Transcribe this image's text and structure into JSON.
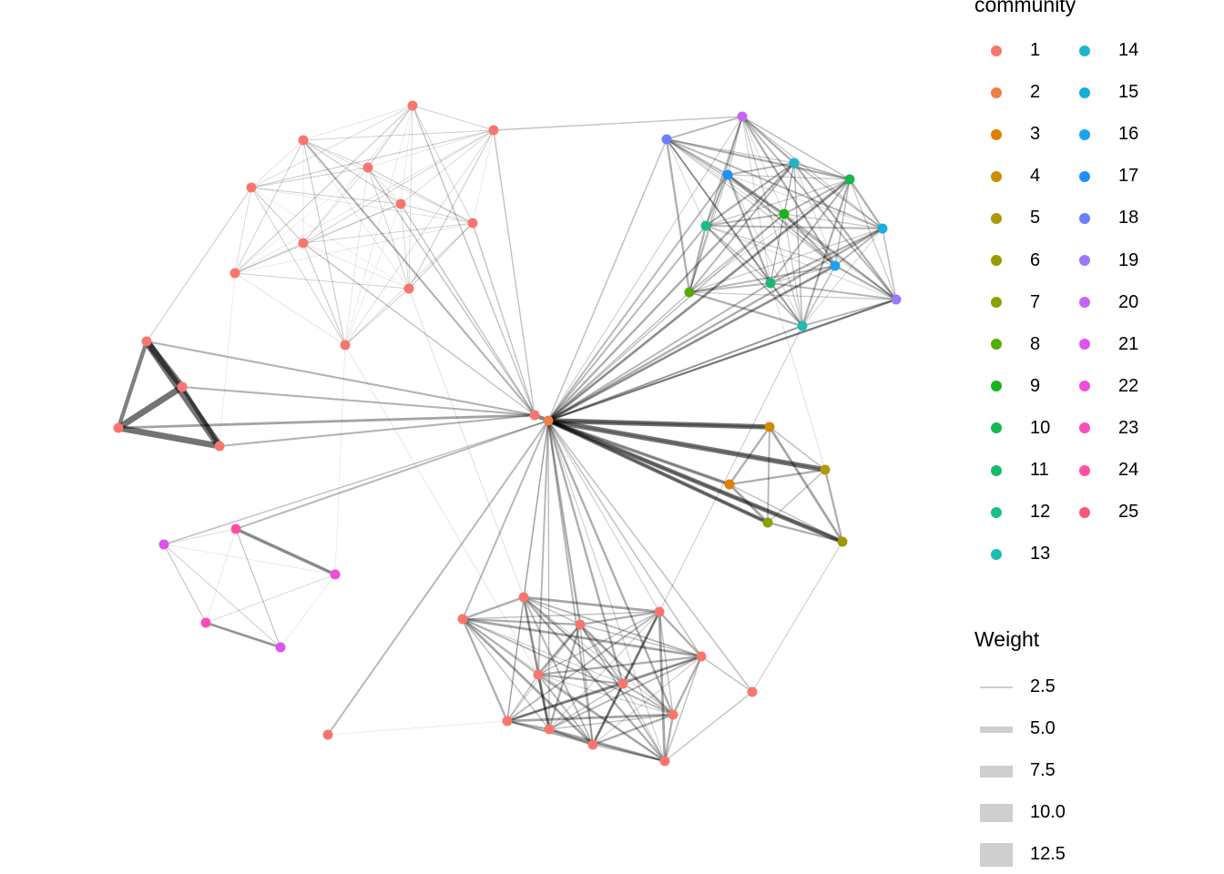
{
  "legend": {
    "community_title": "community",
    "communities": [
      {
        "label": "1",
        "color": "#F8766D"
      },
      {
        "label": "2",
        "color": "#EE7F48"
      },
      {
        "label": "3",
        "color": "#E07F00"
      },
      {
        "label": "4",
        "color": "#CF8B00"
      },
      {
        "label": "5",
        "color": "#B0980A"
      },
      {
        "label": "6",
        "color": "#9A9A00"
      },
      {
        "label": "7",
        "color": "#82A400"
      },
      {
        "label": "8",
        "color": "#52AD00"
      },
      {
        "label": "9",
        "color": "#1BB21B"
      },
      {
        "label": "10",
        "color": "#15B84A"
      },
      {
        "label": "11",
        "color": "#17BB70"
      },
      {
        "label": "12",
        "color": "#18BE8C"
      },
      {
        "label": "13",
        "color": "#1EBCB0"
      },
      {
        "label": "14",
        "color": "#1EB5C8"
      },
      {
        "label": "15",
        "color": "#18ADDD"
      },
      {
        "label": "16",
        "color": "#1CA2F0"
      },
      {
        "label": "17",
        "color": "#1E90FF"
      },
      {
        "label": "18",
        "color": "#6A80FF"
      },
      {
        "label": "19",
        "color": "#9A78F8"
      },
      {
        "label": "20",
        "color": "#C466F5"
      },
      {
        "label": "21",
        "color": "#DE52EE"
      },
      {
        "label": "22",
        "color": "#EF4EDA"
      },
      {
        "label": "23",
        "color": "#FB4DB8"
      },
      {
        "label": "24",
        "color": "#FE51A2"
      },
      {
        "label": "25",
        "color": "#F9587F"
      }
    ],
    "weight_title": "Weight",
    "weights": [
      "2.5",
      "5.0",
      "7.5",
      "10.0",
      "12.5"
    ]
  },
  "graph": {
    "node_communities": [
      1,
      1,
      1,
      1,
      1,
      1,
      1,
      1,
      1,
      1,
      1,
      1,
      1,
      1,
      1,
      1,
      2,
      1,
      1,
      1,
      1,
      1,
      1,
      1,
      1,
      1,
      1,
      1,
      1,
      1,
      1,
      4,
      3,
      5,
      6,
      7,
      20,
      18,
      17,
      14,
      10,
      9,
      12,
      15,
      16,
      8,
      11,
      19,
      13,
      21,
      24,
      22,
      23,
      21
    ],
    "cliques": [
      {
        "members": [
          0,
          1,
          2,
          3,
          4,
          5,
          6,
          7,
          8,
          9,
          10
        ],
        "weight": 1.2
      },
      {
        "members": [
          11,
          12,
          13,
          14
        ],
        "weight": 9
      },
      {
        "members": [
          17,
          18,
          19,
          20,
          21,
          22,
          23,
          24,
          25,
          26,
          27,
          28
        ],
        "weight": 3
      },
      {
        "members": [
          31,
          32,
          33,
          34,
          35
        ],
        "weight": 3
      },
      {
        "members": [
          36,
          37,
          38,
          39,
          40,
          41,
          42,
          43,
          44,
          45,
          46,
          47,
          48
        ],
        "weight": 2.5
      },
      {
        "members": [
          49,
          50,
          51,
          52,
          53
        ],
        "weight": 1
      }
    ],
    "hubs": [
      15,
      16
    ],
    "hub_weight": 2.5,
    "edges": [
      [
        1,
        36,
        2
      ],
      [
        4,
        11,
        1.5
      ],
      [
        15,
        16,
        6
      ],
      [
        16,
        31,
        8
      ],
      [
        16,
        33,
        8
      ],
      [
        16,
        34,
        7
      ],
      [
        16,
        32,
        5
      ],
      [
        16,
        35,
        6
      ],
      [
        16,
        40,
        4
      ],
      [
        16,
        44,
        4
      ],
      [
        16,
        47,
        3
      ],
      [
        16,
        48,
        3
      ],
      [
        50,
        51,
        5
      ],
      [
        52,
        53,
        4
      ],
      [
        34,
        29,
        1.5
      ],
      [
        29,
        21,
        2
      ],
      [
        29,
        28,
        2
      ],
      [
        20,
        48,
        1.5
      ],
      [
        46,
        33,
        1
      ],
      [
        30,
        24,
        0.6
      ],
      [
        10,
        22,
        0.8
      ],
      [
        9,
        17,
        1
      ],
      [
        49,
        53,
        0.8
      ],
      [
        49,
        52,
        0.8
      ],
      [
        50,
        53,
        1
      ],
      [
        8,
        14,
        0.5
      ],
      [
        7,
        15,
        2
      ],
      [
        12,
        15,
        3
      ],
      [
        13,
        15,
        4
      ],
      [
        14,
        15,
        3
      ],
      [
        11,
        15,
        3
      ],
      [
        5,
        15,
        2
      ],
      [
        2,
        15,
        3
      ],
      [
        3,
        15,
        2
      ],
      [
        0,
        15,
        2
      ],
      [
        6,
        15,
        2
      ],
      [
        1,
        15,
        2
      ],
      [
        10,
        51,
        0.5
      ]
    ]
  }
}
